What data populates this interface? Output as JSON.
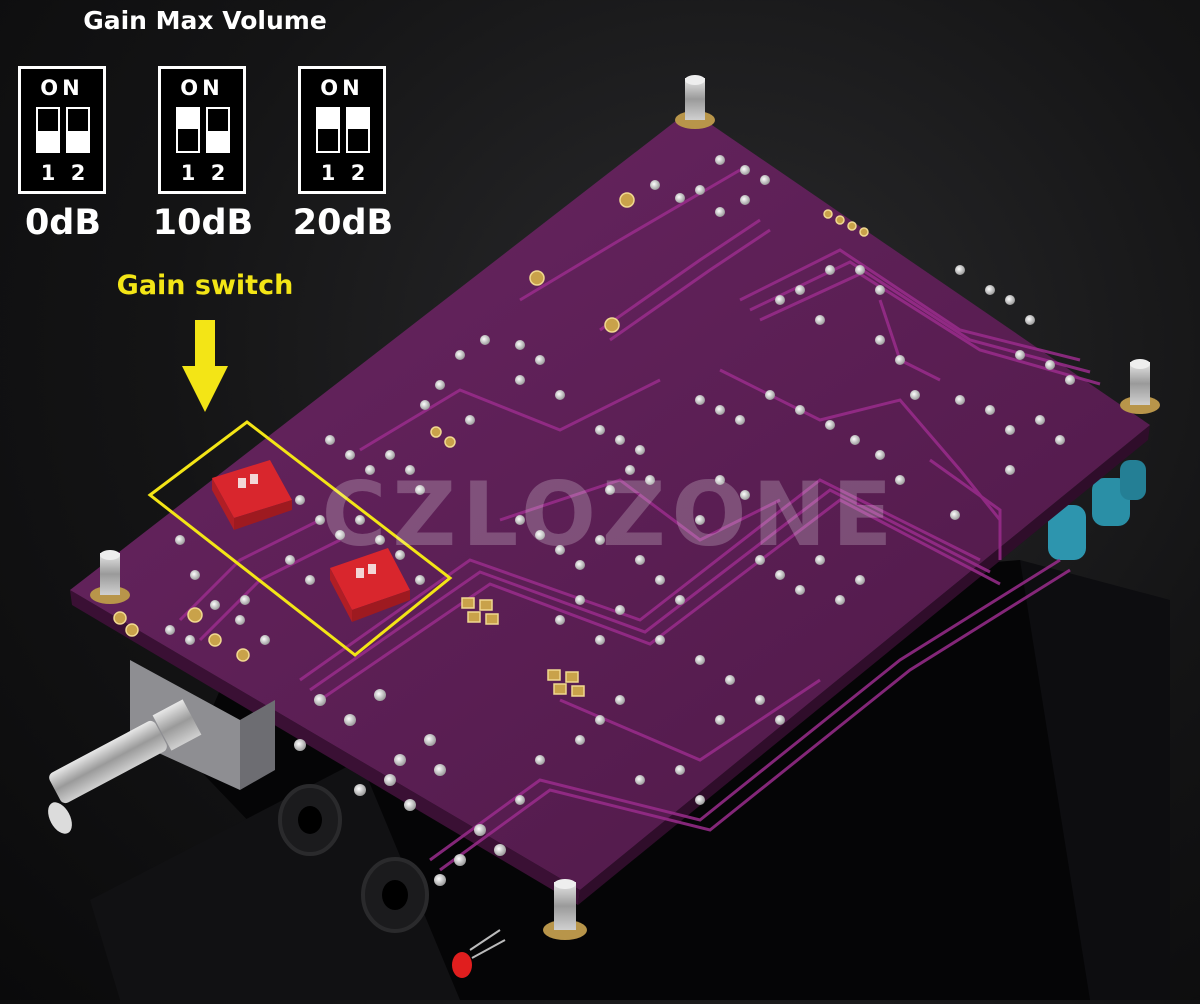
{
  "legend": {
    "title": "Gain Max Volume",
    "switches": [
      {
        "on_label": "ON",
        "pos1": "1",
        "pos2": "2",
        "gain": "0dB",
        "switch1_on": false,
        "switch2_on": false
      },
      {
        "on_label": "ON",
        "pos1": "1",
        "pos2": "2",
        "gain": "10dB",
        "switch1_on": true,
        "switch2_on": false
      },
      {
        "on_label": "ON",
        "pos1": "1",
        "pos2": "2",
        "gain": "20dB",
        "switch1_on": true,
        "switch2_on": true
      }
    ]
  },
  "callout": {
    "label": "Gain switch",
    "color": "#f3e516"
  },
  "watermark": "CZLOZONE",
  "colors": {
    "pcb": "#5e1f56",
    "trace": "#9a2c8c",
    "dip_switch": "#d9262d",
    "capacitor": "#2a8fa6"
  }
}
